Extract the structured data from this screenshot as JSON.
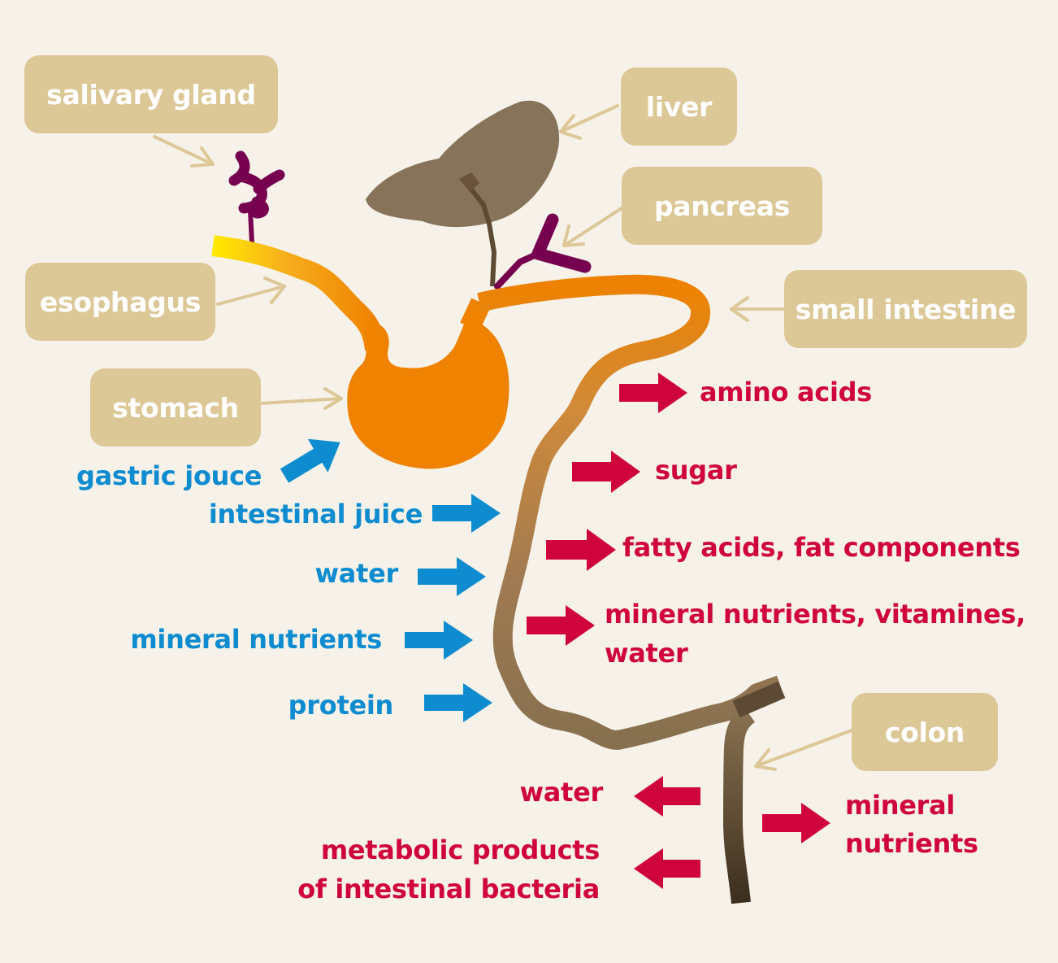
{
  "colors": {
    "background": "#f7f2e9",
    "label_box": "#dcc797",
    "pointer_arrow": "#dcc797",
    "intake_arrow": "#0e8ccf",
    "output_arrow": "#d0043c",
    "gland": "#76004f",
    "liver": "#86735a",
    "stomach": "#ef8200",
    "colon": "#4a3a25"
  },
  "organs": {
    "salivary_gland": "salivary gland",
    "esophagus": "esophagus",
    "stomach": "stomach",
    "liver": "liver",
    "pancreas": "pancreas",
    "small_intestine": "small intestine",
    "colon": "colon"
  },
  "inputs": {
    "gastric": "gastric jouce",
    "intestinal_juice": "intestinal juice",
    "water": "water",
    "mineral_nutrients": "mineral nutrients",
    "protein": "protein"
  },
  "outputs": {
    "amino_acids": "amino acids",
    "sugar": "sugar",
    "fatty_acids": "fatty acids,  fat components",
    "minerals_line1": "mineral nutrients, vitamines,",
    "minerals_line2": "water",
    "colon_water": "water",
    "metabolic_line1": "metabolic products",
    "metabolic_line2": "of  intestinal  bacteria",
    "colon_minerals_line1": "mineral",
    "colon_minerals_line2": "nutrients"
  }
}
